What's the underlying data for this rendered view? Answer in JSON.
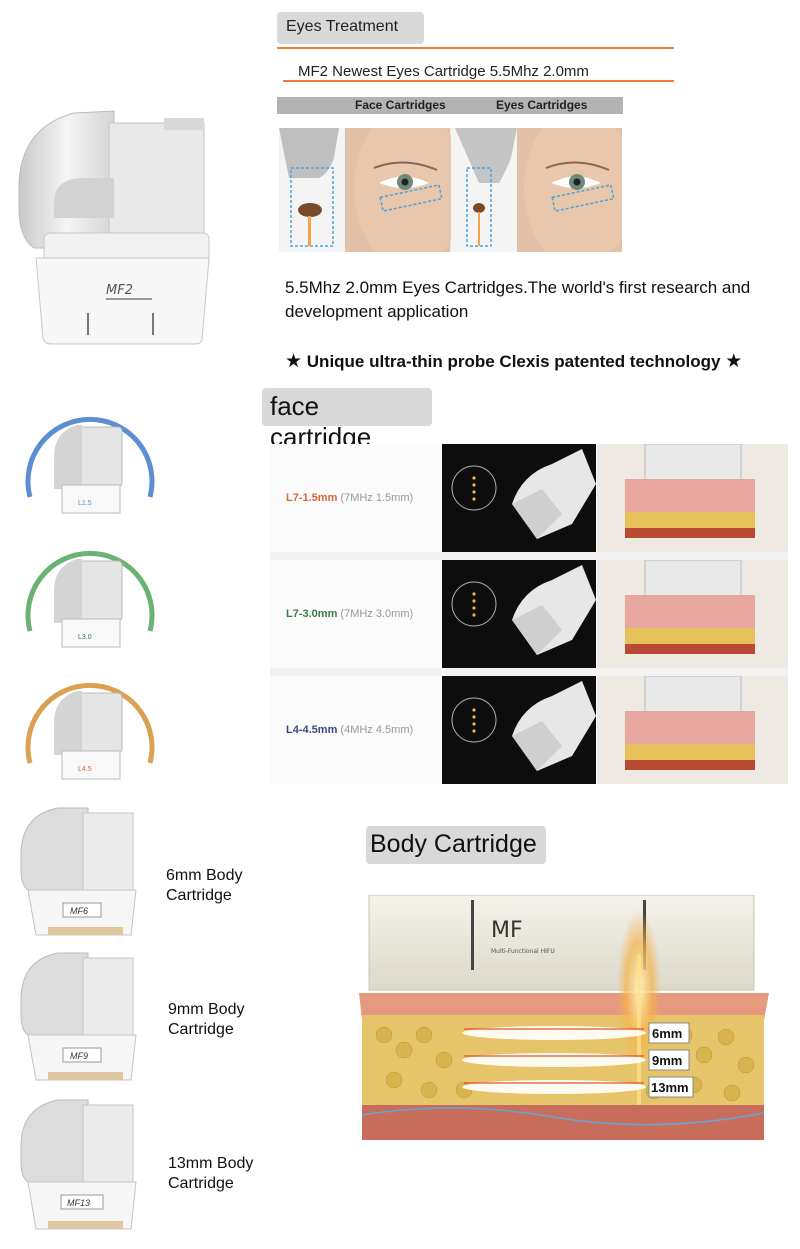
{
  "eyes_treatment": {
    "title": "Eyes Treatment",
    "subtitle": "MF2 Newest Eyes Cartridge 5.5Mhz 2.0mm",
    "compare_face_label": "Face Cartridges",
    "compare_eyes_label": "Eyes Cartridges",
    "description": "5.5Mhz 2.0mm Eyes Cartridges.The world's first research and development application",
    "unique": "Unique ultra-thin probe Clexis patented technology",
    "star": "★",
    "device_logo": "MF2"
  },
  "face_cartridge": {
    "title": "face cartridge",
    "rows": [
      {
        "code": "L7-1.5mm",
        "spec": "(7MHz 1.5mm)",
        "color": "#d9643a",
        "ring": "#5b8fd0",
        "plate": "L1.5"
      },
      {
        "code": "L7-3.0mm",
        "spec": "(7MHz 3.0mm)",
        "color": "#3a7a48",
        "ring": "#6ab374",
        "plate": "L3.0"
      },
      {
        "code": "L4-4.5mm",
        "spec": "(4MHz 4.5mm)",
        "color": "#3a4a80",
        "ring": "#dba152",
        "plate": "L4.5"
      }
    ]
  },
  "body_cartridge": {
    "title": "Body Cartridge",
    "items": [
      {
        "line1": "6mm Body",
        "line2": "Cartridge",
        "plate": "MF6"
      },
      {
        "line1": "9mm Body",
        "line2": "Cartridge",
        "plate": "MF9"
      },
      {
        "line1": "13mm Body",
        "line2": "Cartridge",
        "plate": "MF13"
      }
    ],
    "device_logo": "MF",
    "device_sub": "Multi-Functional HIFU",
    "depths": [
      "6mm",
      "9mm",
      "13mm"
    ]
  },
  "colors": {
    "accent_orange": "#f07a3a",
    "pill_gray": "#d9d9d9",
    "bar_gray": "#b3b3b3"
  }
}
